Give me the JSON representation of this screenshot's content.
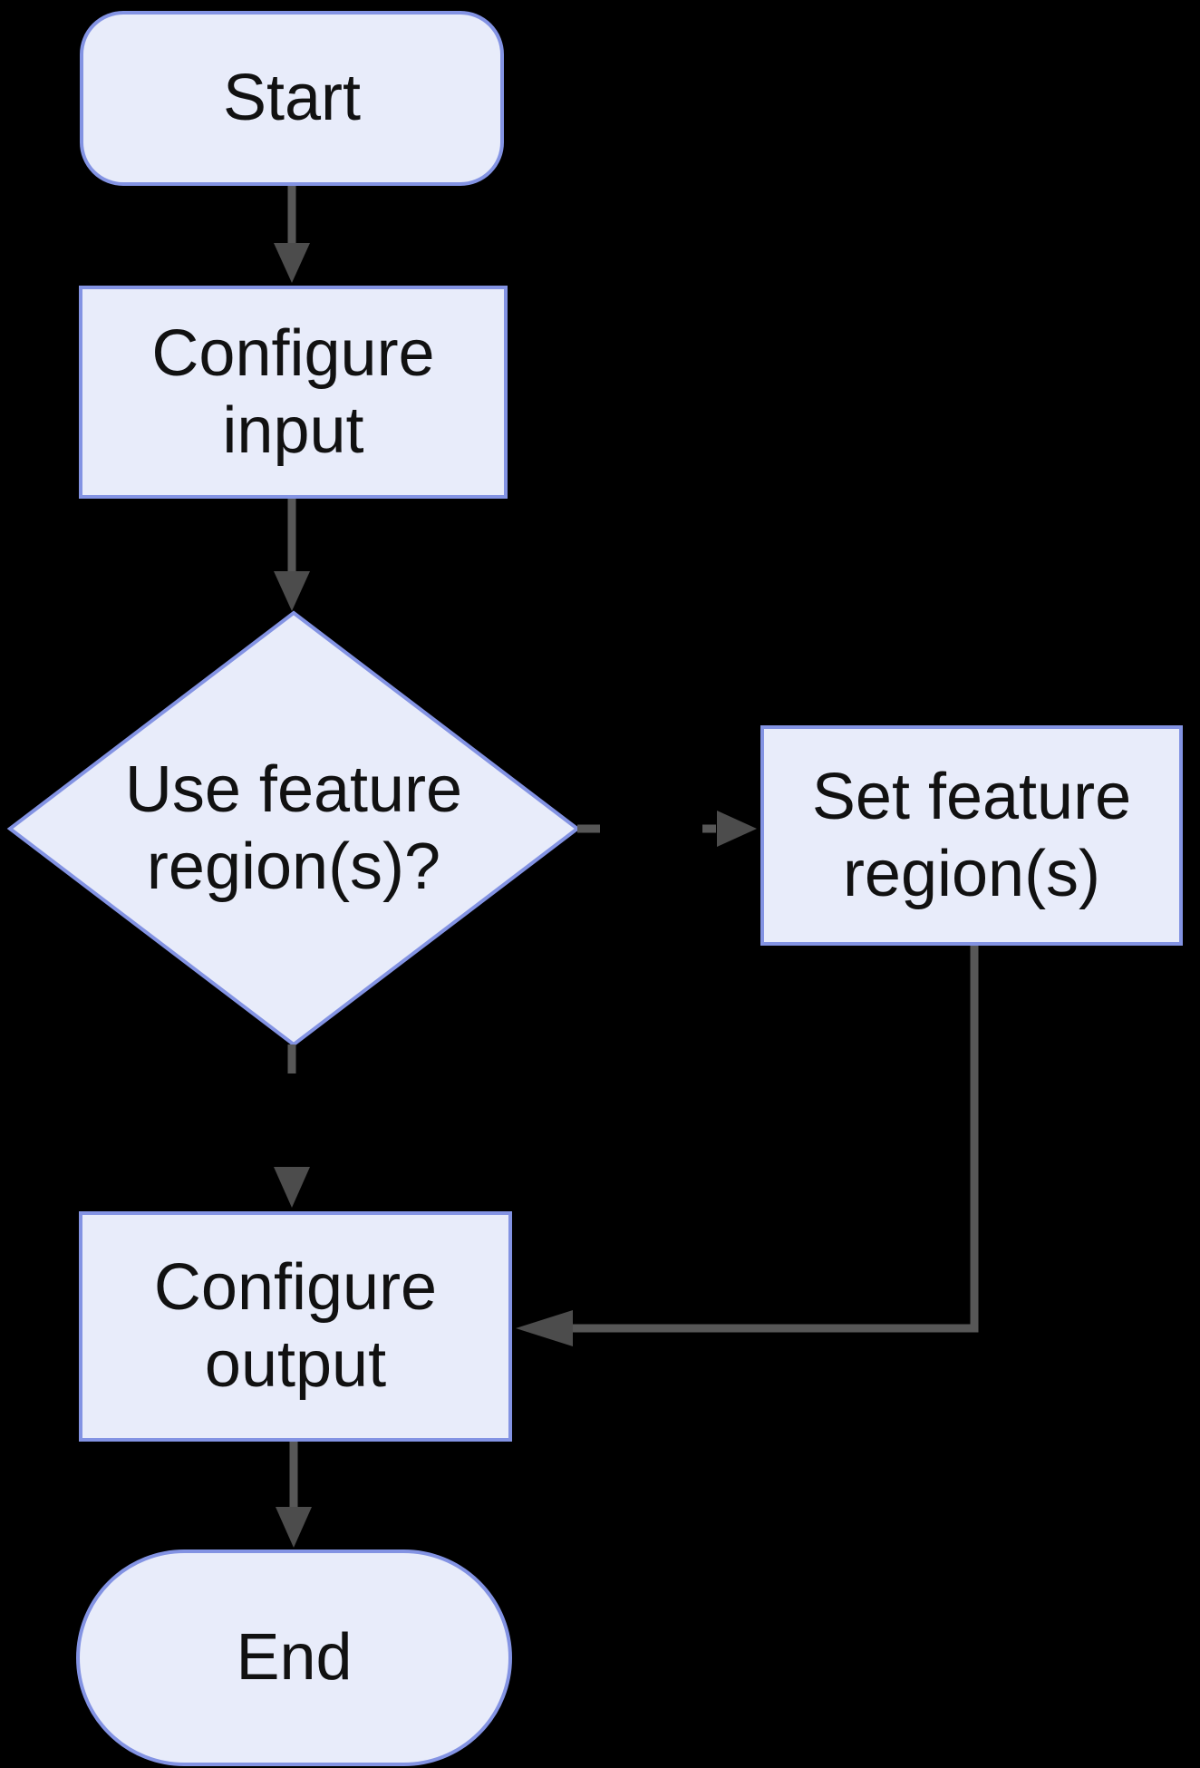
{
  "palette": {
    "bg": "#000000",
    "node_fill": "#e8ecfa",
    "node_border": "#8393e3",
    "connector": "#575757",
    "arrowhead": "#4c4c4c",
    "text": "#111111"
  },
  "nodes": {
    "start": {
      "type": "terminator",
      "lines": [
        "Start"
      ]
    },
    "configure_input": {
      "type": "process",
      "lines": [
        "Configure",
        "input"
      ]
    },
    "decision": {
      "type": "decision",
      "lines": [
        "Use feature",
        "region(s)?"
      ]
    },
    "set_feature": {
      "type": "process",
      "lines": [
        "Set feature",
        "region(s)"
      ]
    },
    "configure_output": {
      "type": "process",
      "lines": [
        "Configure",
        "output"
      ]
    },
    "end": {
      "type": "terminator",
      "lines": [
        "End"
      ]
    }
  },
  "edges": [
    {
      "from": "start",
      "to": "configure_input",
      "style": "solid",
      "arrow": "down"
    },
    {
      "from": "configure_input",
      "to": "decision",
      "style": "solid",
      "arrow": "down"
    },
    {
      "from": "decision",
      "to": "set_feature",
      "style": "dashed",
      "arrow": "right"
    },
    {
      "from": "decision",
      "to": "configure_output",
      "style": "dashed",
      "arrow": "down"
    },
    {
      "from": "set_feature",
      "to": "configure_output",
      "style": "solid",
      "arrow": "left-elbow"
    },
    {
      "from": "configure_output",
      "to": "end",
      "style": "solid",
      "arrow": "down"
    }
  ]
}
